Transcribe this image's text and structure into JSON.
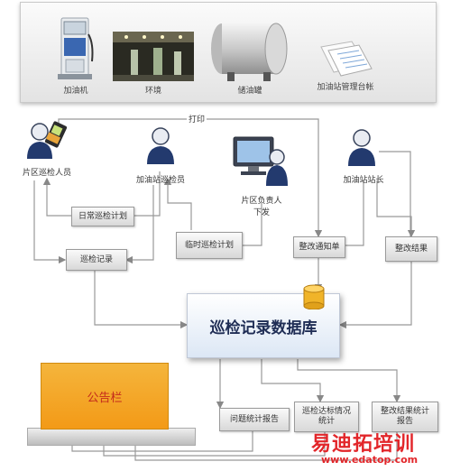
{
  "assets": [
    {
      "label": "加油机"
    },
    {
      "label": "环境"
    },
    {
      "label": "储油罐"
    },
    {
      "label": "加油站管理台帐"
    }
  ],
  "actors": {
    "area_inspector": "片区巡检人员",
    "station_inspector": "加油站巡检员",
    "area_manager_line1": "片区负责人",
    "area_manager_line2": "下发",
    "station_head": "加油站站长"
  },
  "boxes": {
    "daily_plan": "日常巡检计划",
    "records": "巡检记录",
    "temp_plan": "临时巡检计划",
    "rectify_notice": "整改通知单",
    "rectify_result": "整改结果",
    "issue_report": "问题统计报告",
    "compliance_stats_line1": "巡检达标情况",
    "compliance_stats_line2": "统计",
    "result_stats_line1": "整改结果统计",
    "result_stats_line2": "报告"
  },
  "print_label": "打印",
  "database": "巡检记录数据库",
  "bulletin": "公告栏",
  "watermark": {
    "line1": "易迪拓培训",
    "line2": "www.edatop.com"
  },
  "colors": {
    "board": "#f39a17",
    "board_text": "#c42b1c",
    "db_text": "#1f2d55",
    "watermark": "#e2262a"
  }
}
